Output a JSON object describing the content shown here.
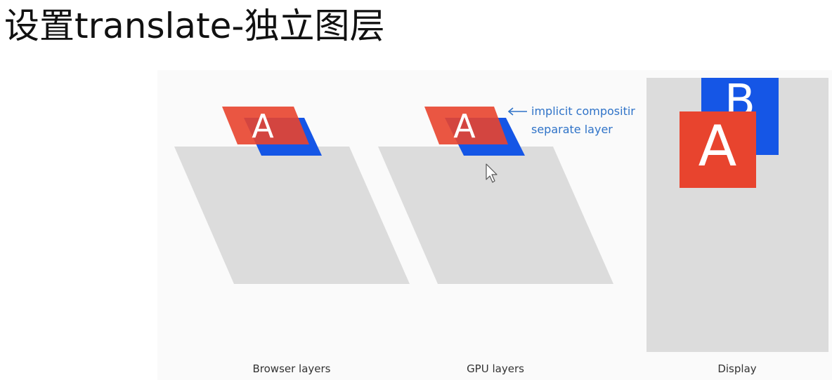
{
  "title": "设置translate-独立图层",
  "panels": {
    "browser_caption": "Browser layers",
    "gpu_caption": "GPU layers",
    "display_caption": "Display"
  },
  "annotation": {
    "line1": "implicit compositir",
    "line2": "separate layer"
  },
  "layers": {
    "a_letter": "A",
    "b_letter": "B"
  },
  "colors": {
    "layer_a": "#e8442e",
    "layer_b": "#1556e6",
    "plane": "#dcdcdc",
    "annotation": "#2f73c8"
  },
  "icons": {
    "cursor": "mouse-pointer-icon",
    "arrow": "left-arrow-icon"
  }
}
